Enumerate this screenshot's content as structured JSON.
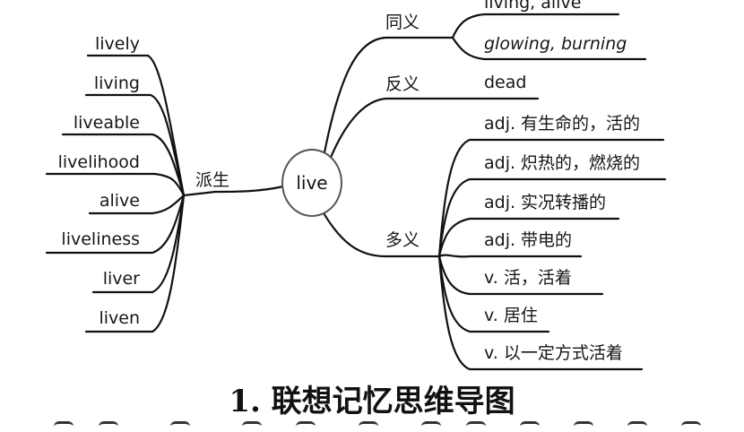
{
  "center": "live",
  "branches": {
    "derived": {
      "label": "派生",
      "items": [
        "lively",
        "living",
        "liveable",
        "livelihood",
        "alive",
        "liveliness",
        "liver",
        "liven"
      ]
    },
    "synonyms": {
      "label": "同义",
      "items": [
        "living, alive",
        "glowing, burning"
      ]
    },
    "antonyms": {
      "label": "反义",
      "items": [
        "dead"
      ]
    },
    "meanings": {
      "label": "多义",
      "items": [
        "adj. 有生命的，活的",
        "adj. 炽热的，燃烧的",
        "adj. 实况转播的",
        "adj. 带电的",
        "v. 活，活着",
        "v. 居住",
        "v. 以一定方式活着"
      ]
    }
  },
  "caption": "1. 联想记忆思维导图"
}
